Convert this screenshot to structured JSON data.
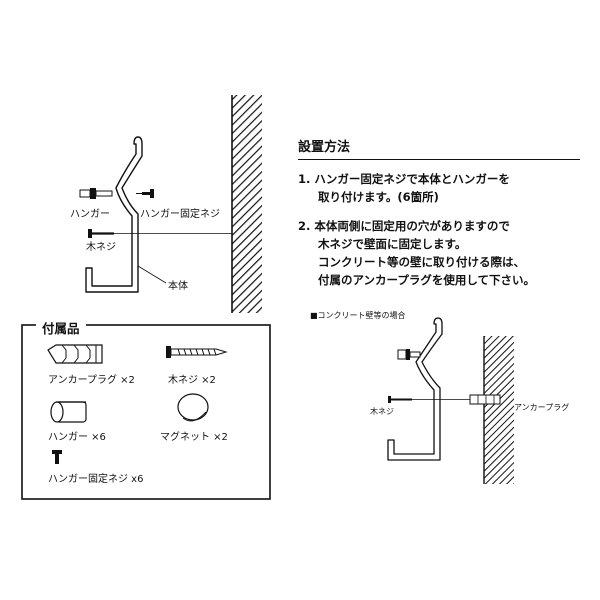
{
  "instructions": {
    "title": "設置方法",
    "step1": {
      "line1": "1. ハンガー固定ネジで本体とハンガーを",
      "line2": "取り付けます。(6箇所)"
    },
    "step2": {
      "line1": "2. 本体両側に固定用の穴がありますので",
      "line2": "木ネジで壁面に固定します。",
      "line3": "コンクリート等の壁に取り付ける際は、",
      "line4": "付属のアンカープラグを使用して下さい。"
    }
  },
  "diagram1": {
    "hanger_label": "ハンガー",
    "hanger_screw_label": "ハンガー固定ネジ",
    "wood_screw_label": "木ネジ",
    "body_label": "本体"
  },
  "accessories": {
    "title": "付属品",
    "anchor_plug": "アンカープラグ ×2",
    "wood_screw": "木ネジ ×2",
    "hanger": "ハンガー ×6",
    "magnet": "マグネット ×2",
    "hanger_screw": "ハンガー固定ネジ x6"
  },
  "diagram2": {
    "caption": "■コンクリート壁等の場合",
    "wood_screw_label": "木ネジ",
    "anchor_plug_label": "アンカープラグ"
  }
}
